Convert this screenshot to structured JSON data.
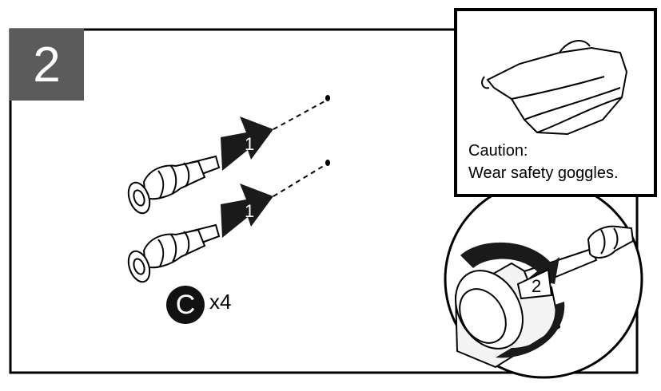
{
  "step": {
    "number": "2"
  },
  "caution": {
    "line1": "Caution:",
    "line2": "Wear safety goggles."
  },
  "part": {
    "letter": "C",
    "quantity": "x4"
  },
  "arrows": [
    {
      "number": "1",
      "icon": "push-arrow-icon"
    },
    {
      "number": "1",
      "icon": "push-arrow-icon"
    },
    {
      "number": "2",
      "icon": "rotate-arrow-icon"
    }
  ],
  "icons": [
    "safety-goggles-icon",
    "drywall-anchor-icon",
    "wall-hole-icon",
    "screwdriver-icon"
  ],
  "colors": {
    "step_badge": "#5b5b5b",
    "ink": "#000000",
    "arrow_fill": "#1a1a1a",
    "paper": "#ffffff"
  }
}
